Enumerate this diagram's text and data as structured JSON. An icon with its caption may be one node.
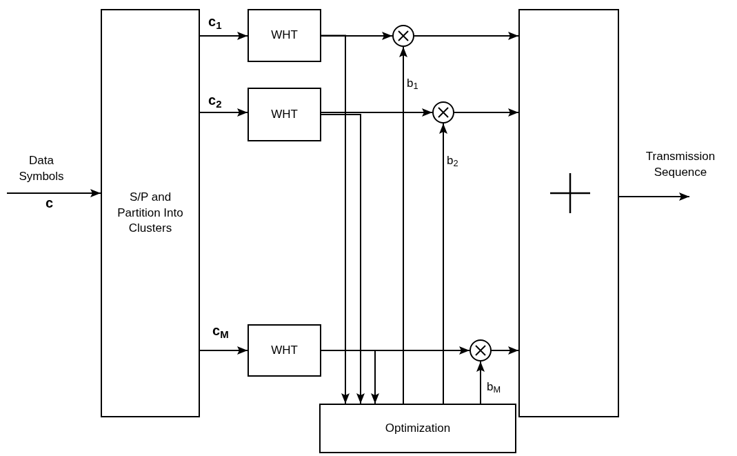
{
  "diagram": {
    "nodes": [
      {
        "text": [
          "S/P and Partition Into Clusters"
        ]
      },
      {
        "text": [
          "WHT"
        ]
      },
      {
        "text": [
          "WHT"
        ]
      },
      {
        "text": [
          "WHT"
        ]
      },
      {
        "text": [],
        "shape": "circle"
      },
      {
        "text": [],
        "shape": "circle"
      },
      {
        "text": [],
        "shape": "circle"
      },
      {
        "text": [],
        "shape": "box"
      },
      {
        "text": [
          "Optimization"
        ]
      }
    ],
    "edges": [
      {
        "from": null,
        "to": 0,
        "arrow": "to",
        "label": "Data Symbols"
      },
      {
        "from": 0,
        "to": 1,
        "arrow": "to",
        "label": "c$_{1}$"
      },
      {
        "from": 0,
        "to": 2,
        "arrow": "to",
        "label": "c$_{2}$"
      },
      {
        "from": 0,
        "to": 3,
        "arrow": "to",
        "label": "c$_{M}$"
      },
      {
        "from": 1,
        "to": 4,
        "arrow": "to"
      },
      {
        "from": 2,
        "to": 5,
        "arrow": "to"
      },
      {
        "from": 3,
        "to": 6,
        "arrow": "to"
      },
      {
        "from": 4,
        "to": 7,
        "arrow": "to"
      },
      {
        "from": 5,
        "to": 7,
        "arrow": "to"
      },
      {
        "from": 6,
        "to": 7,
        "arrow": "to"
      },
      {
        "from": 1,
        "to": 8,
        "arrow": "to"
      },
      {
        "from": 2,
        "to": 8,
        "arrow": "to"
      },
      {
        "from": 3,
        "to": 8,
        "arrow": "to"
      },
      {
        "from": 8,
        "to": 4,
        "arrow": "to",
        "label": "b$_{1}$"
      },
      {
        "from": 8,
        "to": 5,
        "arrow": "to",
        "label": "b$_{2}$"
      },
      {
        "from": 8,
        "to": 6,
        "arrow": "to",
        "label": "b$_{M}$"
      },
      {
        "from": 7,
        "to": null,
        "arrow": "to",
        "label": "Transmission Sequence"
      }
    ],
    "labels": [
      "c"
    ]
  }
}
